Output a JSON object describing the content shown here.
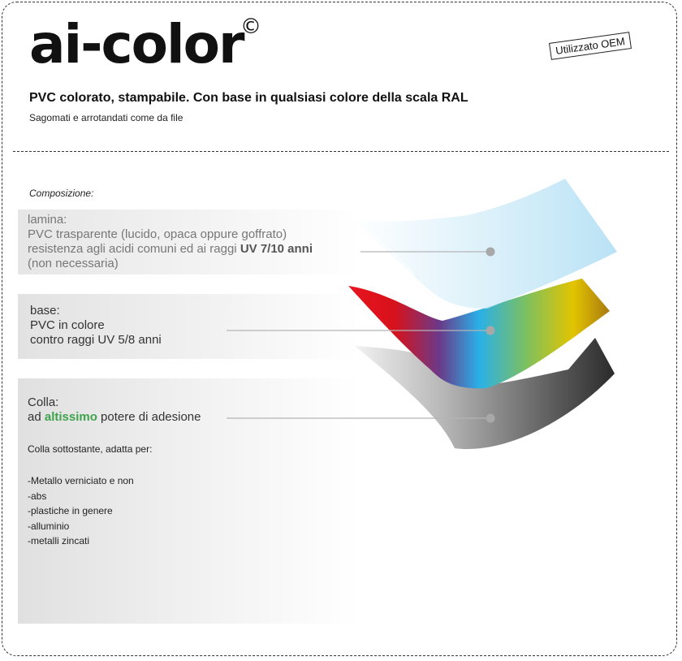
{
  "header": {
    "title": "ai-color",
    "copyright": "©",
    "stamp": "Utilizzato OEM",
    "subtitle": "PVC colorato, stampabile. Con base in qualsiasi colore della scala RAL",
    "subnote": "Sagomati e arrotandati come da file"
  },
  "composition": {
    "heading": "Composizione:",
    "lamina": {
      "line1": "lamina:",
      "line2": "PVC trasparente (lucido, opaca oppure goffrato)",
      "line3_pre": "resistenza agli acidi comuni ed ai raggi ",
      "line3_bold": "UV 7/10 anni",
      "line4": "(non necessaria)"
    },
    "base": {
      "line1": "base:",
      "line2": "PVC in colore",
      "line3": "contro raggi UV 5/8 anni"
    },
    "colla": {
      "line1": "Colla:",
      "line2_pre": "ad ",
      "line2_bold": "altissimo",
      "line2_post": " potere di adesione",
      "intro": "Colla sottostante, adatta per:",
      "items": [
        "-Metallo verniciato e non",
        "-abs",
        "-plastiche in genere",
        "-alluminio",
        "-metalli zincati"
      ]
    }
  },
  "colors": {
    "accent_green": "#3fa34d",
    "lamina": "#bfe3f5",
    "base_red": "#e8141e",
    "base_blue": "#2ab0e8",
    "base_yellow": "#e3c400",
    "colla_dark": "#2b2b2b"
  }
}
